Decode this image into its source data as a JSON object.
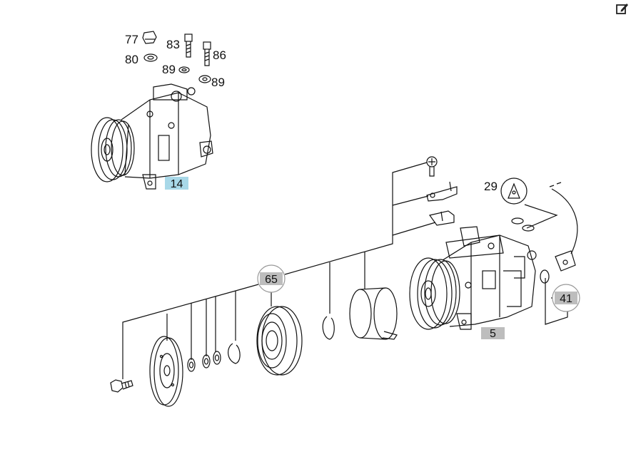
{
  "toolbar": {
    "edit_icon": "edit-icon"
  },
  "callouts": {
    "c77": "77",
    "c80": "80",
    "c83": "83",
    "c86": "86",
    "c89a": "89",
    "c89b": "89",
    "c14": "14",
    "c29": "29",
    "c65": "65",
    "c41": "41",
    "c5": "5"
  },
  "colors": {
    "highlight_blue": "#a8d8e8",
    "highlight_grey": "#bdbdbd",
    "line": "#111111"
  }
}
